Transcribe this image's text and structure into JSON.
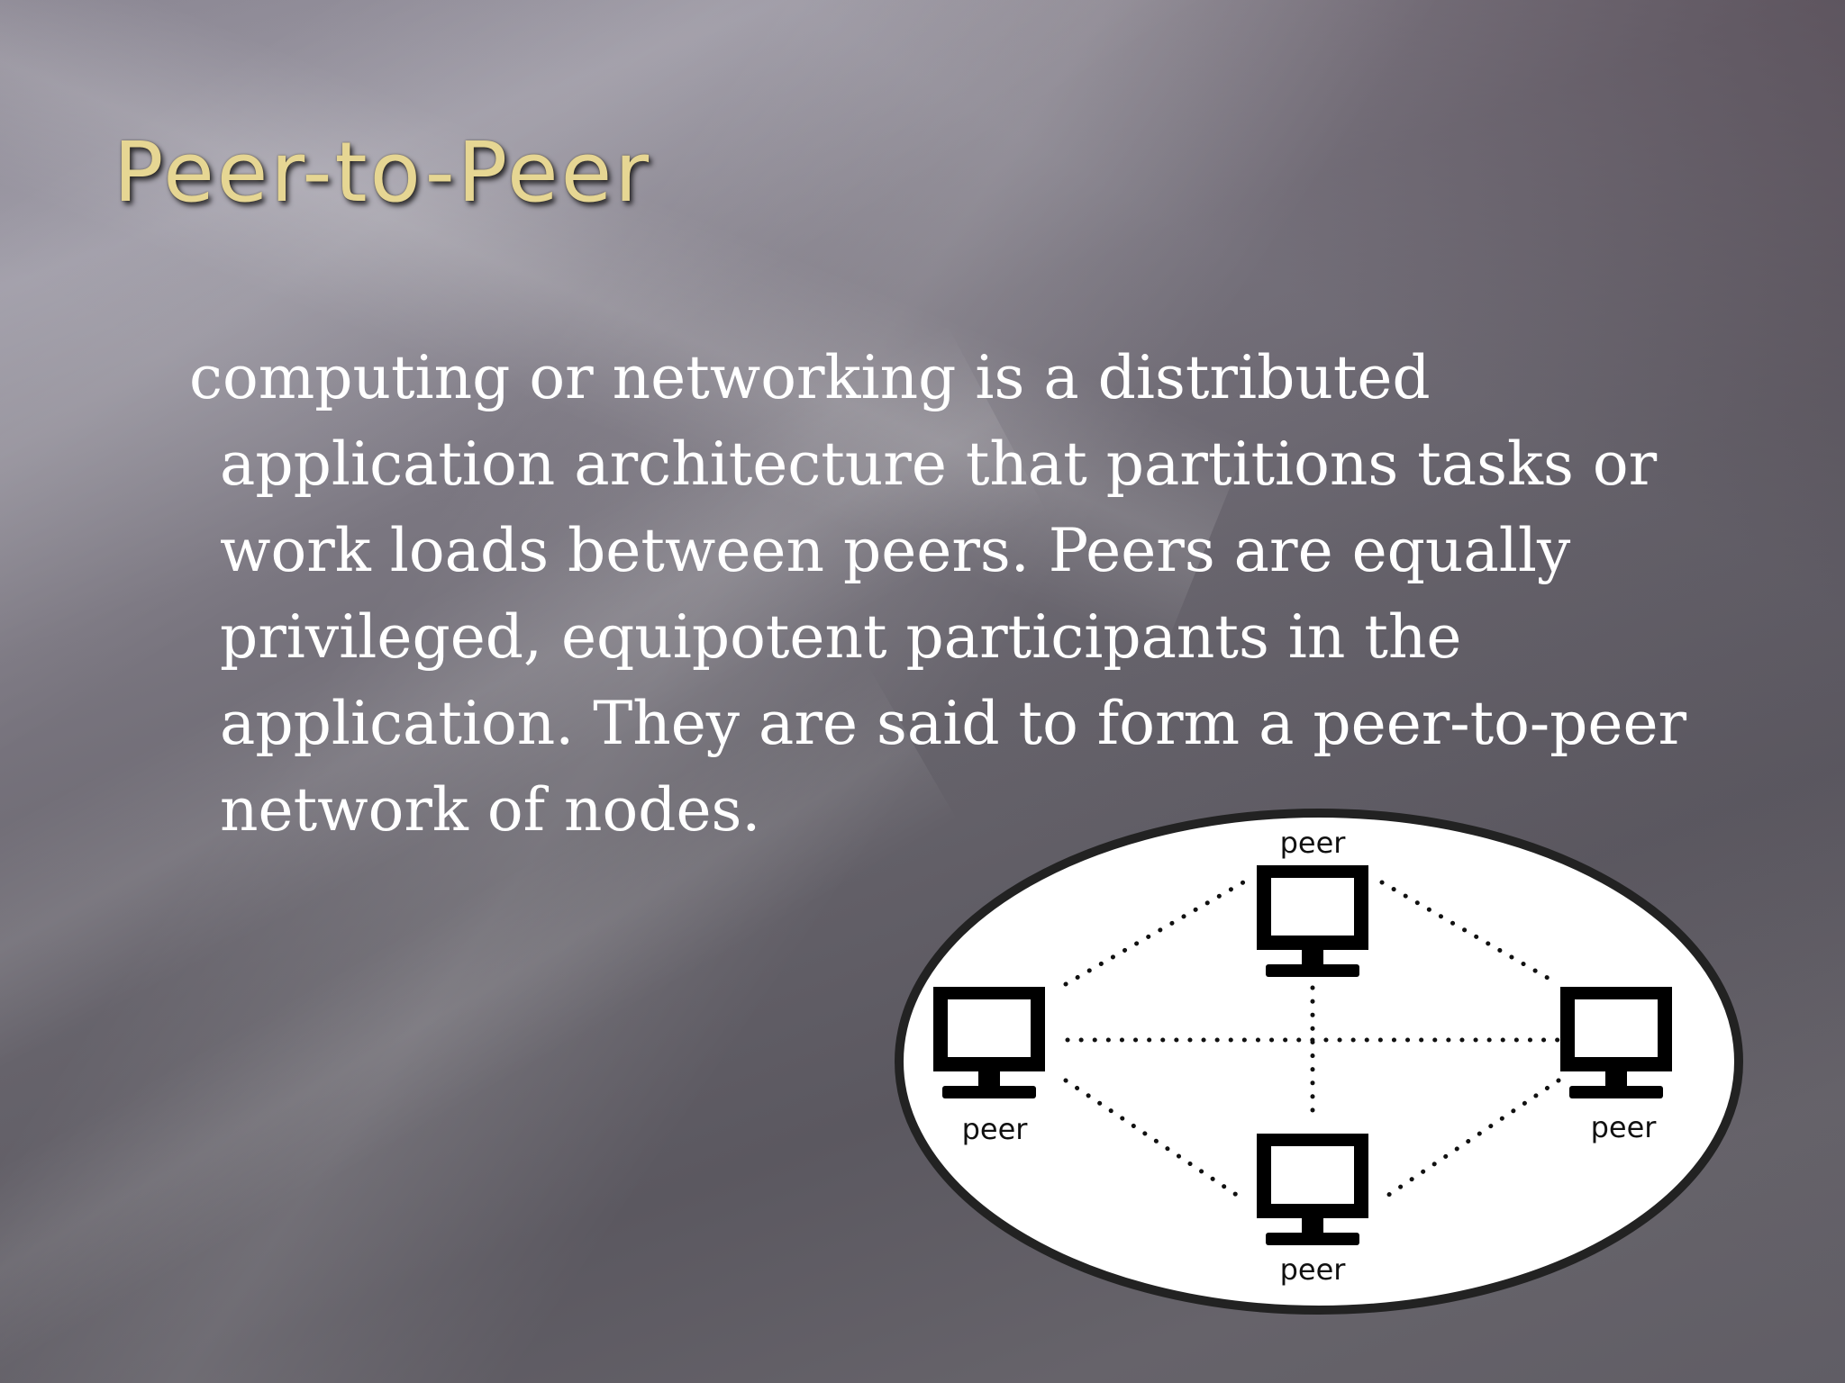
{
  "slide": {
    "title": "Peer-to-Peer",
    "body": "computing or networking is a distributed application architecture that partitions tasks or work loads between peers. Peers are equally privileged, equipotent participants in the application. They are said to form a peer-to-peer network of nodes."
  },
  "diagram": {
    "peers": [
      {
        "label": "peer"
      },
      {
        "label": "peer"
      },
      {
        "label": "peer"
      },
      {
        "label": "peer"
      }
    ],
    "edge_style": "dotted",
    "container_shape": "ellipse"
  }
}
